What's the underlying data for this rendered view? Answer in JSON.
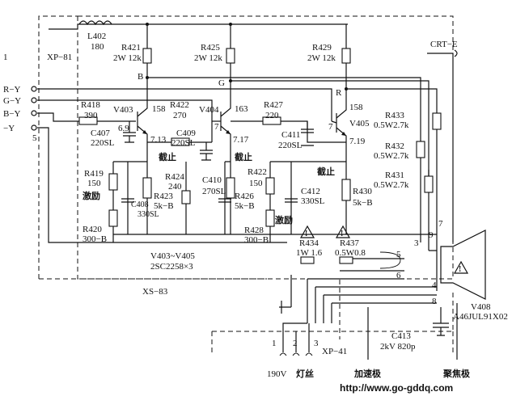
{
  "connectors": {
    "xp81": "XP−81",
    "xp81_pin1": "1",
    "xp81_pin5": "5",
    "xs83": "XS−83",
    "xp41": "XP−41",
    "xp41_pin1": "1",
    "xp41_pin2": "2",
    "xp41_pin3": "3",
    "crt_e": "CRT−E"
  },
  "inputs": [
    "R−Y",
    "G−Y",
    "B−Y",
    "−Y"
  ],
  "components": {
    "l402": [
      "L402",
      "180"
    ],
    "r421": [
      "R421",
      "2W 12k"
    ],
    "r425": [
      "R425",
      "2W 12k"
    ],
    "r429": [
      "R429",
      "2W 12k"
    ],
    "r418": [
      "R418",
      "390"
    ],
    "r422a": [
      "R422",
      "270"
    ],
    "r427": [
      "R427",
      "220"
    ],
    "v403": "V403",
    "v404": "V404",
    "v405": "V405",
    "c407": [
      "C407",
      "220SL"
    ],
    "c409": [
      "C409",
      "220SL"
    ],
    "c411": [
      "C411",
      "220SL"
    ],
    "r419": [
      "R419",
      "150"
    ],
    "r420": [
      "R420",
      "300−B"
    ],
    "c408": [
      "C408",
      "330SL"
    ],
    "r424": [
      "R424",
      "240"
    ],
    "r423": [
      "R423",
      "5k−B"
    ],
    "c410": [
      "C410",
      "270SL"
    ],
    "r426": [
      "R426",
      "5k−B"
    ],
    "r422b": [
      "R422",
      "150"
    ],
    "r428": [
      "R428",
      "300−B"
    ],
    "c412": [
      "C412",
      "330SL"
    ],
    "r430": [
      "R430",
      "5k−B"
    ],
    "r433": [
      "R433",
      "0.5W2.7k"
    ],
    "r432": [
      "R432",
      "0.5W2.7k"
    ],
    "r431": [
      "R431",
      "0.5W2.7k"
    ],
    "r434": [
      "R434",
      "1W 1.6"
    ],
    "r437": [
      "R437",
      "0.5W0.8"
    ],
    "c413": [
      "C413",
      "2kV 820p"
    ],
    "v408": [
      "V408",
      "A46JUL91X02"
    ],
    "transistor_note": [
      "V403~V405",
      "2SC2258×3"
    ]
  },
  "voltages": {
    "v403_b": "6.9",
    "v403_e": "7.13",
    "v404_b": "7",
    "v404_e": "7.17",
    "v405_b": "7",
    "v405_e": "7.19",
    "v403_c": "158",
    "v404_c": "163",
    "v405_c": "158"
  },
  "nodes": {
    "b": "B",
    "g": "G",
    "r": "R"
  },
  "labels": {
    "cutoff": "截止",
    "drive": "激励",
    "v190": "190V",
    "filament": "灯丝",
    "accel": "加速极",
    "focus": "聚焦极",
    "warn": "!",
    "pin7": "7",
    "pin9": "9",
    "pin3": "3",
    "pin5": "5",
    "pin6": "6",
    "pin4": "4",
    "pin8": "8"
  },
  "watermark": "http://www.go-gddq.com"
}
